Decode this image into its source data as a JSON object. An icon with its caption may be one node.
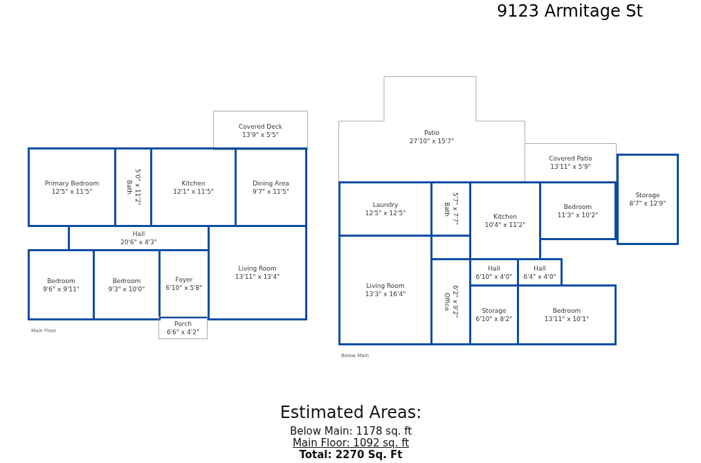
{
  "diagram": {
    "title": "9123 Armitage St",
    "nodes": [
      {
        "text": [
          "Covered Deck",
          "13'9\" x 5'5\""
        ]
      },
      {
        "text": [
          "Primary Bedroom",
          "12'5\" x 11'5\""
        ]
      },
      {
        "text": [
          "Bath",
          "5'0\" x 11'2\""
        ]
      },
      {
        "text": [
          "Kitchen",
          "12'1\" x 11'5\""
        ]
      },
      {
        "text": [
          "Dining Area",
          "9'7\" x 11'5\""
        ]
      },
      {
        "text": [
          "Hall",
          "20'6\" x 4'3\""
        ]
      },
      {
        "text": [
          "Living Room",
          "13'11\" x 13'4\""
        ]
      },
      {
        "text": [
          "Bedroom",
          "9'6\" x 9'11\""
        ]
      },
      {
        "text": [
          "Bedroom",
          "9'3\" x 10'0\""
        ]
      },
      {
        "text": [
          "Foyer",
          "6'10\" x 5'8\""
        ]
      },
      {
        "text": [
          "Porch",
          "6'6\" x 4'2\""
        ]
      },
      {
        "text": [
          "Patio",
          "27'10\" x 15'7\""
        ]
      },
      {
        "text": [
          "Covered Patio",
          "13'11\" x 5'9\""
        ]
      },
      {
        "text": [
          "Storage",
          "8'7\" x 12'9\""
        ]
      },
      {
        "text": [
          "Laundry",
          "12'5\" x 12'5\""
        ]
      },
      {
        "text": [
          "Bath",
          "5'7\" x 7'7\""
        ]
      },
      {
        "text": [
          "Kitchen",
          "10'4\" x 11'2\""
        ]
      },
      {
        "text": [
          "Bedroom",
          "11'3\" x 10'2\""
        ]
      },
      {
        "text": [
          "Living Room",
          "13'3\" x 16'4\""
        ]
      },
      {
        "text": [
          "Office",
          "6'2\" x 9'2\""
        ]
      },
      {
        "text": [
          "Hall",
          "6'10\" x 4'0\""
        ]
      },
      {
        "text": [
          "Hall",
          "6'4\" x 4'0\""
        ]
      },
      {
        "text": [
          "Storage",
          "6'10\" x 8'2\""
        ]
      },
      {
        "text": [
          "Bedroom",
          "13'11\" x 10'1\""
        ]
      }
    ],
    "labels": [
      "Main Floor",
      "Below Main",
      "Estimated Areas:",
      "Below Main: 1178 sq. ft",
      "Main Floor: 1092 sq. ft",
      "Total: 2270 Sq. Ft"
    ]
  }
}
